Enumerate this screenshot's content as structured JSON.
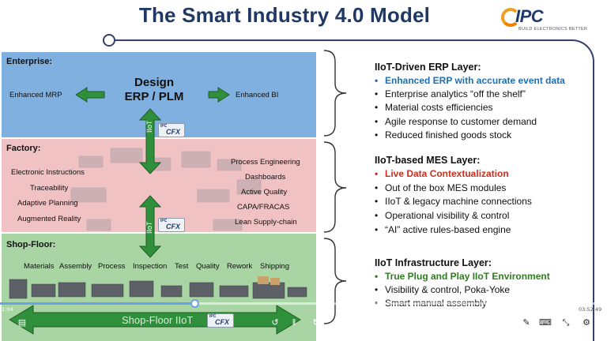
{
  "slide": {
    "title": "The Smart Industry 4.0 Model",
    "logo": {
      "name": "IPC",
      "tagline": "BUILD ELECTRONICS BETTER"
    },
    "diagram": {
      "enterprise": {
        "label": "Enterprise:",
        "left": "Enhanced MRP",
        "right": "Enhanced BI",
        "center_line1": "Design",
        "center_line2": "ERP / PLM",
        "colors": {
          "band": "#7fb0e0"
        }
      },
      "iiot_label": "IIoT",
      "cfx_badge": {
        "top": "IPC",
        "main": "CFX"
      },
      "factory": {
        "label": "Factory:",
        "left_items": [
          "Electronic Instructions",
          "Traceability",
          "Adaptive Planning",
          "Augmented Reality"
        ],
        "right_items": [
          "Process Engineering",
          "Dashboards",
          "Active Quality",
          "CAPA/FRACAS",
          "Lean Supply-chain"
        ],
        "colors": {
          "band": "#f0c2c4"
        }
      },
      "shopfloor": {
        "label": "Shop-Floor:",
        "stages": [
          "Materials",
          "Assembly",
          "Process",
          "Inspection",
          "Test",
          "Quality",
          "Rework",
          "Shipping"
        ],
        "bus_label": "Shop-Floor IIoT",
        "colors": {
          "band": "#a9d4a4",
          "arrow": "#1f7a2e"
        }
      }
    },
    "layers": [
      {
        "heading": "IIoT-Driven ERP Layer:",
        "items": [
          {
            "text": "Enhanced ERP with accurate event data",
            "style": "blue"
          },
          {
            "text": "Enterprise analytics “off the shelf”",
            "style": "normal"
          },
          {
            "text": "Material costs efficiencies",
            "style": "normal"
          },
          {
            "text": "Agile response to customer demand",
            "style": "normal"
          },
          {
            "text": "Reduced finished goods stock",
            "style": "normal"
          }
        ]
      },
      {
        "heading": "IIoT-based MES Layer:",
        "items": [
          {
            "text": "Live Data Contextualization",
            "style": "red"
          },
          {
            "text": "Out of the box MES modules",
            "style": "normal"
          },
          {
            "text": "IIoT & legacy machine connections",
            "style": "normal"
          },
          {
            "text": "Operational visibility & control",
            "style": "normal"
          },
          {
            "text": "“AI” active rules-based engine",
            "style": "normal"
          }
        ]
      },
      {
        "heading": "IIoT Infrastructure Layer:",
        "items": [
          {
            "text": "True Plug and Play IIoT Environment",
            "style": "green"
          },
          {
            "text": "Visibility & control, Poka-Yoke",
            "style": "normal"
          },
          {
            "text": "Smart manual assembly",
            "style": "normal"
          }
        ]
      }
    ]
  },
  "player": {
    "time_elapsed": "1:04",
    "time_total": "03:52:49",
    "progress": 0.32,
    "controls": [
      {
        "name": "captions-icon",
        "glyph": "▤"
      },
      {
        "name": "replay-10-icon",
        "glyph": "↺"
      },
      {
        "name": "pause-icon",
        "glyph": "‖"
      },
      {
        "name": "forward-10-icon",
        "glyph": "↻"
      },
      {
        "name": "pen-icon",
        "glyph": "✎"
      },
      {
        "name": "keyboard-icon",
        "glyph": "⌨"
      },
      {
        "name": "collapse-icon",
        "glyph": "⤡"
      },
      {
        "name": "settings-icon",
        "glyph": "⚙"
      }
    ]
  }
}
